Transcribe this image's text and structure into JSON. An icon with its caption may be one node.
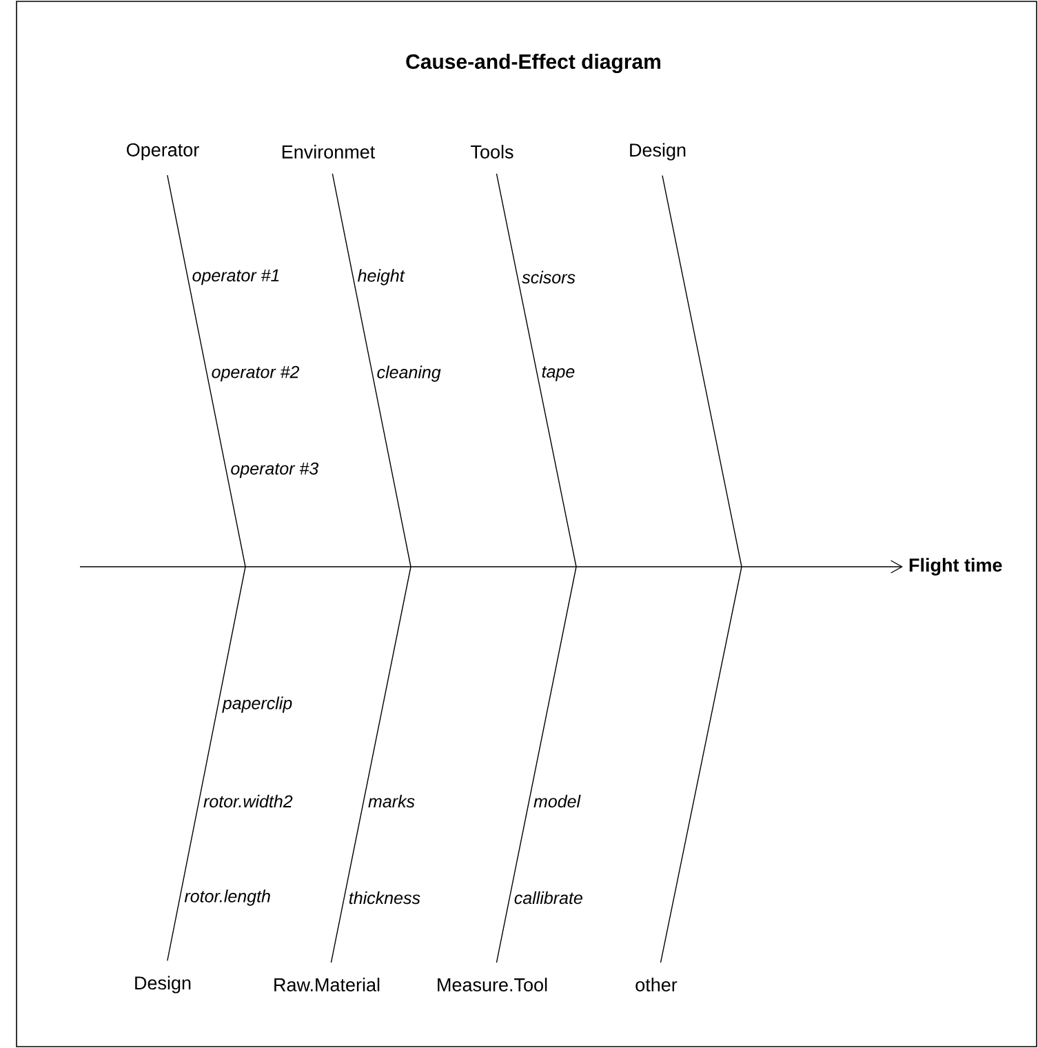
{
  "diagram": {
    "title": "Cause-and-Effect diagram",
    "nodes": [
      {
        "text": [
          "Operator"
        ]
      },
      {
        "text": [
          "Environmet"
        ]
      },
      {
        "text": [
          "Tools"
        ]
      },
      {
        "text": [
          "Design"
        ]
      },
      {
        "text": [
          "Flight time"
        ]
      },
      {
        "text": [
          "Design"
        ]
      },
      {
        "text": [
          "Raw.Material"
        ]
      },
      {
        "text": [
          "Measure.Tool"
        ]
      },
      {
        "text": [
          "other"
        ]
      }
    ],
    "edges": [
      {
        "from": 0,
        "to": null,
        "arrow": "none"
      },
      {
        "from": 1,
        "to": null,
        "arrow": "none"
      },
      {
        "from": 2,
        "to": null,
        "arrow": "none"
      },
      {
        "from": 3,
        "to": null,
        "arrow": "none"
      },
      {
        "from": null,
        "to": 4,
        "arrow": "to"
      },
      {
        "from": 5,
        "to": null,
        "arrow": "none"
      },
      {
        "from": 6,
        "to": null,
        "arrow": "none"
      },
      {
        "from": 7,
        "to": null,
        "arrow": "none"
      },
      {
        "from": 8,
        "to": null,
        "arrow": "none"
      }
    ],
    "labels": [
      "operator #1",
      "height",
      "scisors",
      "operator #2",
      "cleaning",
      "tape",
      "operator #3",
      "paperclip",
      "rotor.width2",
      "marks",
      "model",
      "rotor.length",
      "thickness",
      "callibrate"
    ]
  }
}
